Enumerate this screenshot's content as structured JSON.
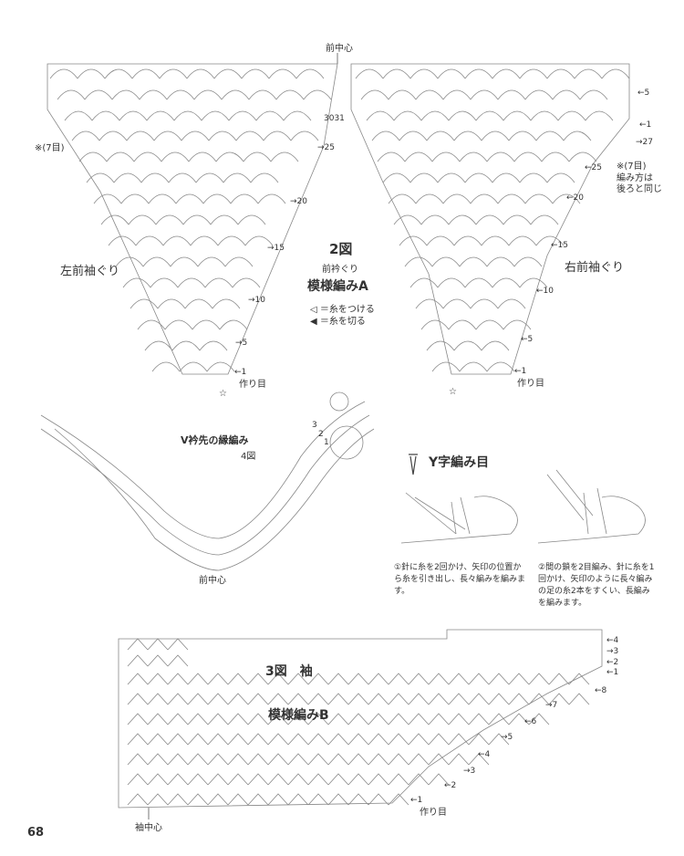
{
  "fig2": {
    "center_front": "前中心",
    "left_label": "左前袖ぐり",
    "right_label": "右前袖ぐり",
    "title": "2図",
    "subtitle": "前衿ぐり",
    "pattern": "模様編みA",
    "legend_attach": "＝糸をつける",
    "legend_cut": "＝糸を切る",
    "note_left": "※(7目)",
    "note_right_1": "※(7目)",
    "note_right_2": "編み方は",
    "note_right_3": "後ろと同じ",
    "start_chain": "作り目",
    "row_30_31": "3031",
    "left_rows": [
      "→5",
      "→10",
      "→15",
      "→20",
      "→25"
    ],
    "left_row1": "←1",
    "right_rows": [
      "←5",
      "←10",
      "←15",
      "←20",
      "←25"
    ],
    "right_row1": "←1",
    "top_right_rows": [
      "←5",
      "←1",
      "→27"
    ]
  },
  "fig4": {
    "title": "V衿先の縁編み",
    "num": "4図",
    "center_front": "前中心",
    "rows": [
      "3",
      "2",
      "1"
    ]
  },
  "stitch": {
    "title": "Y字編み目",
    "step1": "①針に糸を2回かけ、矢印の位置から糸を引き出し、長々編みを編みます。",
    "step2": "②間の鎖を2目編み、針に糸を1回かけ、矢印のように長々編みの足の糸2本をすくい、長編みを編みます。"
  },
  "fig3": {
    "title": "3図　袖",
    "pattern": "模様編みB",
    "center_sleeve": "袖中心",
    "start_chain": "作り目",
    "rows": [
      "4",
      "3",
      "2",
      "1",
      "8",
      "7",
      "6",
      "5",
      "4",
      "3",
      "2",
      "1"
    ]
  },
  "page_number": "68"
}
